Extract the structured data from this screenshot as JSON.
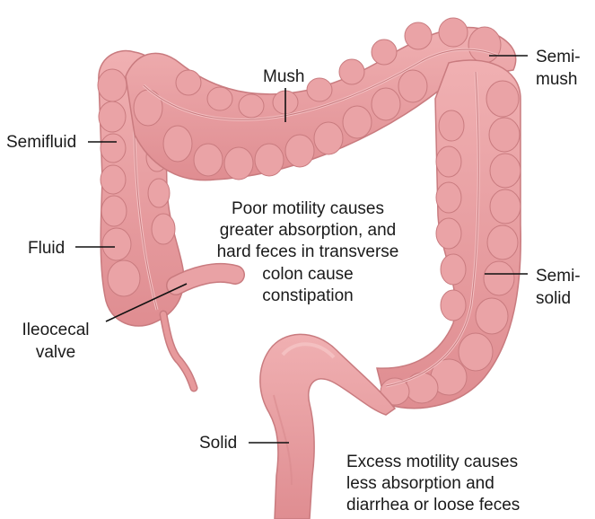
{
  "colors": {
    "tissue_fill": "#e79a9c",
    "tissue_dark": "#c97b7f",
    "tissue_light": "#f3b9bb",
    "leader_line": "#111111"
  },
  "labels": {
    "mush": "Mush",
    "semi_mush_1": "Semi-",
    "semi_mush_2": "mush",
    "semifluid": "Semifluid",
    "fluid": "Fluid",
    "ileocecal_1": "Ileocecal",
    "ileocecal_2": "valve",
    "semi_solid_1": "Semi-",
    "semi_solid_2": "solid",
    "solid": "Solid"
  },
  "notes": {
    "poor_motility": [
      "Poor motility causes",
      "greater absorption, and",
      "hard feces in transverse",
      "colon cause",
      "constipation"
    ],
    "excess_motility": [
      "Excess motility causes",
      "less absorption and",
      "diarrhea or loose feces"
    ]
  }
}
